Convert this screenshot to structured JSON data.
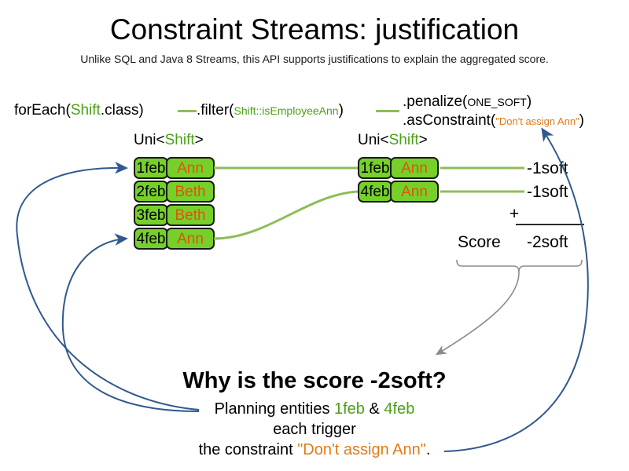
{
  "header": {
    "title": "Constraint Streams: justification",
    "subtitle": "Unlike SQL and Java 8 Streams, this API supports justifications to explain the aggregated score."
  },
  "pipeline": {
    "foreach": {
      "call": "forEach(",
      "type": "Shift",
      "tail": ".class)"
    },
    "filter": {
      "call": ".filter(",
      "arg": "Shift::isEmployeeAnn",
      "tail": ")"
    },
    "penalize": {
      "call": ".penalize(",
      "arg": "ONE_SOFT",
      "tail": ")"
    },
    "as_constraint": {
      "call": ".asConstraint(",
      "arg": "\"Don't assign Ann\"",
      "tail": ")"
    }
  },
  "streams": {
    "left": {
      "label_pre": "Uni<",
      "label_type": "Shift",
      "label_post": ">",
      "rows": [
        {
          "date": "1feb",
          "employee": "Ann"
        },
        {
          "date": "2feb",
          "employee": "Beth"
        },
        {
          "date": "3feb",
          "employee": "Beth"
        },
        {
          "date": "4feb",
          "employee": "Ann"
        }
      ]
    },
    "right": {
      "label_pre": "Uni<",
      "label_type": "Shift",
      "label_post": ">",
      "rows": [
        {
          "date": "1feb",
          "employee": "Ann",
          "score": "-1soft"
        },
        {
          "date": "4feb",
          "employee": "Ann",
          "score": "-1soft"
        }
      ]
    }
  },
  "sum": {
    "operator": "+",
    "label": "Score",
    "total": "-2soft"
  },
  "explanation": {
    "heading": "Why is the score -2soft?",
    "line1_pre": "Planning entities ",
    "line1_entity_a": "1feb",
    "line1_mid": " & ",
    "line1_entity_b": "4feb",
    "line2": "each trigger",
    "line3_pre": "the constraint ",
    "line3_constraint": "\"Don't assign Ann\"",
    "line3_post": "."
  },
  "colors": {
    "tuple_fill": "#76d029",
    "tuple_border": "#1a1a1a",
    "employee_text": "#e0530d",
    "type_green": "#4aa116",
    "flow_green": "#8fbc5a",
    "string_orange": "#e07b19",
    "arrow_blue": "#31588f",
    "brace_gray": "#8c8c8c"
  }
}
